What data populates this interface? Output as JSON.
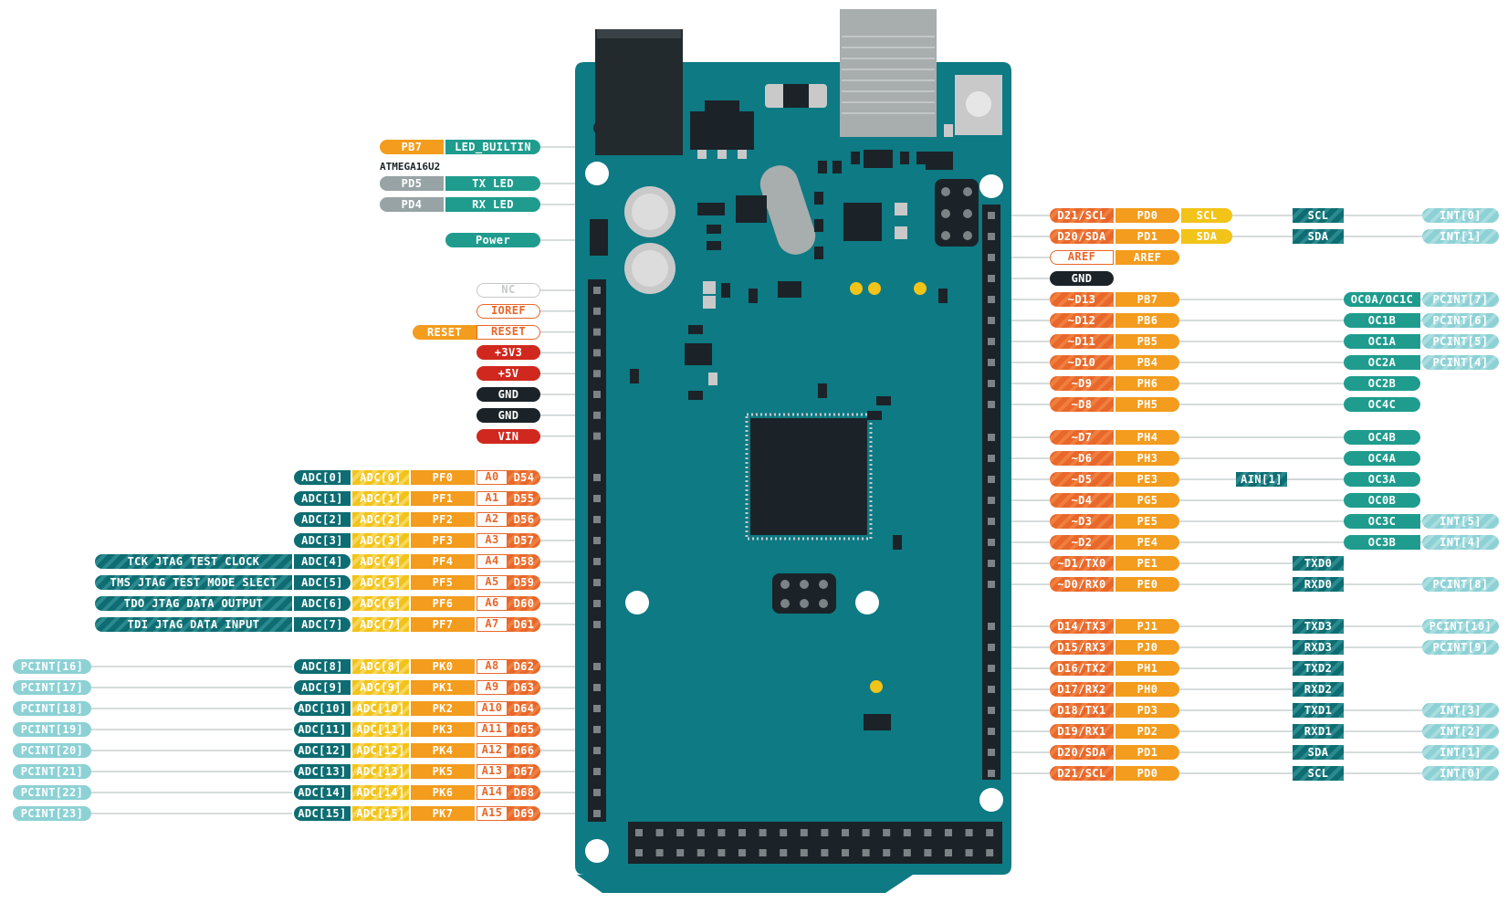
{
  "colors": {
    "board": "#0d7a84",
    "orange": "#f39c1d",
    "orange_dark": "#e8672b",
    "yellow": "#f2c318",
    "teal": "#1f9c8e",
    "teal_dark": "#0e6d72",
    "light_blue": "#8dd1d5",
    "black": "#1b2328",
    "red": "#d0281e",
    "gray": "#98a3a5"
  },
  "top_left": {
    "led_row": [
      "PB7",
      "LED_BUILTIN"
    ],
    "atmega_caption": "ATMEGA16U2",
    "tx_row": [
      "PD5",
      "TX LED"
    ],
    "rx_row": [
      "PD4",
      "RX LED"
    ],
    "power": "Power"
  },
  "power_header": [
    [
      "NC"
    ],
    [
      "IOREF"
    ],
    [
      "RESET",
      "RESET"
    ],
    [
      "+3V3"
    ],
    [
      "+5V"
    ],
    [
      "GND"
    ],
    [
      "GND"
    ],
    [
      "VIN"
    ]
  ],
  "analog_header": [
    [
      "",
      "ADC[0]",
      "ADC[0]",
      "PF0",
      "A0",
      "D54"
    ],
    [
      "",
      "ADC[1]",
      "ADC[1]",
      "PF1",
      "A1",
      "D55"
    ],
    [
      "",
      "ADC[2]",
      "ADC[2]",
      "PF2",
      "A2",
      "D56"
    ],
    [
      "",
      "ADC[3]",
      "ADC[3]",
      "PF3",
      "A3",
      "D57"
    ],
    [
      "TCK JTAG TEST CLOCK",
      "ADC[4]",
      "ADC[4]",
      "PF4",
      "A4",
      "D58"
    ],
    [
      "TMS JTAG TEST MODE SLECT",
      "ADC[5]",
      "ADC[5]",
      "PF5",
      "A5",
      "D59"
    ],
    [
      "TDO JTAG DATA OUTPUT",
      "ADC[6]",
      "ADC[6]",
      "PF6",
      "A6",
      "D60"
    ],
    [
      "TDI JTAG DATA INPUT",
      "ADC[7]",
      "ADC[7]",
      "PF7",
      "A7",
      "D61"
    ],
    [
      "PCINT[16]",
      "ADC[8]",
      "ADC[8]",
      "PK0",
      "A8",
      "D62"
    ],
    [
      "PCINT[17]",
      "ADC[9]",
      "ADC[9]",
      "PK1",
      "A9",
      "D63"
    ],
    [
      "PCINT[18]",
      "ADC[10]",
      "ADC[10]",
      "PK2",
      "A10",
      "D64"
    ],
    [
      "PCINT[19]",
      "ADC[11]",
      "ADC[11]",
      "PK3",
      "A11",
      "D65"
    ],
    [
      "PCINT[20]",
      "ADC[12]",
      "ADC[12]",
      "PK4",
      "A12",
      "D66"
    ],
    [
      "PCINT[21]",
      "ADC[13]",
      "ADC[13]",
      "PK5",
      "A13",
      "D67"
    ],
    [
      "PCINT[22]",
      "ADC[14]",
      "ADC[14]",
      "PK6",
      "A14",
      "D68"
    ],
    [
      "PCINT[23]",
      "ADC[15]",
      "ADC[15]",
      "PK7",
      "A15",
      "D69"
    ]
  ],
  "digital_header": [
    [
      "D21/SCL",
      "PD0",
      "SCL",
      "SCL",
      "",
      "INT[0]"
    ],
    [
      "D20/SDA",
      "PD1",
      "SDA",
      "SDA",
      "",
      "INT[1]"
    ],
    [
      "AREF",
      "AREF",
      "",
      "",
      "",
      ""
    ],
    [
      "GND",
      "",
      "",
      "",
      "",
      ""
    ],
    [
      "~D13",
      "PB7",
      "",
      "",
      "OC0A/OC1C",
      "PCINT[7]"
    ],
    [
      "~D12",
      "PB6",
      "",
      "",
      "OC1B",
      "PCINT[6]"
    ],
    [
      "~D11",
      "PB5",
      "",
      "",
      "OC1A",
      "PCINT[5]"
    ],
    [
      "~D10",
      "PB4",
      "",
      "",
      "OC2A",
      "PCINT[4]"
    ],
    [
      "~D9",
      "PH6",
      "",
      "",
      "OC2B",
      ""
    ],
    [
      "~D8",
      "PH5",
      "",
      "",
      "OC4C",
      ""
    ],
    [
      "~D7",
      "PH4",
      "",
      "",
      "OC4B",
      ""
    ],
    [
      "~D6",
      "PH3",
      "",
      "",
      "OC4A",
      ""
    ],
    [
      "~D5",
      "PE3",
      "",
      "AIN[1]",
      "OC3A",
      ""
    ],
    [
      "~D4",
      "PG5",
      "",
      "",
      "OC0B",
      ""
    ],
    [
      "~D3",
      "PE5",
      "",
      "",
      "OC3C",
      "INT[5]"
    ],
    [
      "~D2",
      "PE4",
      "",
      "",
      "OC3B",
      "INT[4]"
    ],
    [
      "~D1/TX0",
      "PE1",
      "",
      "TXD0",
      "",
      ""
    ],
    [
      "~D0/RX0",
      "PE0",
      "",
      "RXD0",
      "",
      "PCINT[8]"
    ],
    [
      "D14/TX3",
      "PJ1",
      "",
      "TXD3",
      "",
      "PCINT[10]"
    ],
    [
      "D15/RX3",
      "PJ0",
      "",
      "RXD3",
      "",
      "PCINT[9]"
    ],
    [
      "D16/TX2",
      "PH1",
      "",
      "TXD2",
      "",
      ""
    ],
    [
      "D17/RX2",
      "PH0",
      "",
      "RXD2",
      "",
      ""
    ],
    [
      "D18/TX1",
      "PD3",
      "",
      "TXD1",
      "",
      "INT[3]"
    ],
    [
      "D19/RX1",
      "PD2",
      "",
      "RXD1",
      "",
      "INT[2]"
    ],
    [
      "D20/SDA",
      "PD1",
      "",
      "SDA",
      "",
      "INT[1]"
    ],
    [
      "D21/SCL",
      "PD0",
      "",
      "SCL",
      "",
      "INT[0]"
    ]
  ]
}
